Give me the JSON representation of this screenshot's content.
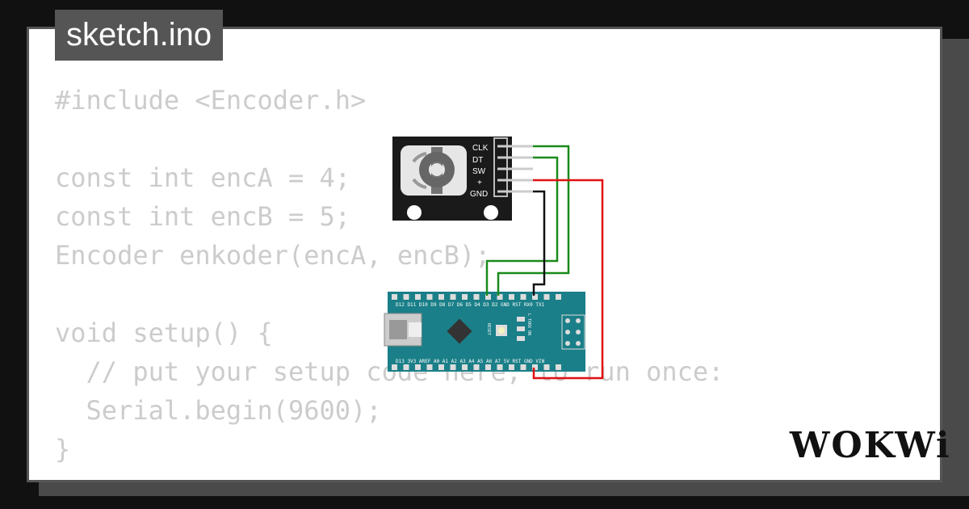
{
  "tab": {
    "filename": "sketch.ino"
  },
  "code": {
    "lines": [
      "#include <Encoder.h>",
      "",
      "const int encA = 4;",
      "const int encB = 5;",
      "Encoder enkoder(encA, encB);",
      "",
      "void setup() {",
      "  // put your setup code here, to run once:",
      "  Serial.begin(9600);",
      "}"
    ]
  },
  "encoder": {
    "pins": [
      "CLK",
      "DT",
      "SW",
      "+",
      "GND"
    ]
  },
  "nano": {
    "top_header": "D12 D11 D10 D9 D8 D7 D6 D5 D4 D3 D2 GND RST RX0 TX1",
    "bottom_header": "D13 3V3 AREF A0 A1 A2 A3 A4 A5 A6 A7 5V RST GND VIN",
    "reset_label": "RESET",
    "led_label": "L TXRX ON"
  },
  "brand": {
    "logo": "WOKWi"
  },
  "colors": {
    "code_text": "#cccccc",
    "tab_bg": "#555555",
    "wire_green": "#1a8a1a",
    "wire_red": "#e01010",
    "wire_black": "#111111",
    "board_teal": "#1a7f88"
  }
}
